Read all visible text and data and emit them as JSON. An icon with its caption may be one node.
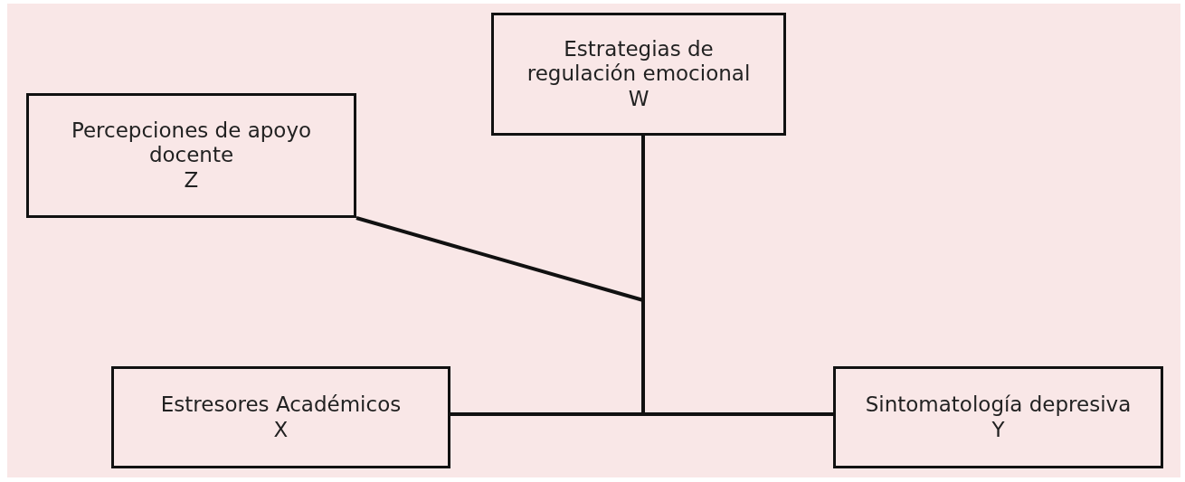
{
  "diagram": {
    "nodes": [
      {
        "text": [
          "Estrategias de regulación emocional",
          "W"
        ]
      },
      {
        "text": [
          "Percepciones de apoyo docente",
          "Z"
        ]
      },
      {
        "text": [
          "Estresores Académicos",
          "X"
        ]
      },
      {
        "text": [
          "Sintomatología depresiva",
          "Y"
        ]
      }
    ],
    "edges": [
      {
        "from": 2,
        "to": 3,
        "arrow": "none"
      },
      {
        "from": 0,
        "to": null,
        "arrow": "none"
      },
      {
        "from": 1,
        "to": null,
        "arrow": "none"
      }
    ]
  }
}
